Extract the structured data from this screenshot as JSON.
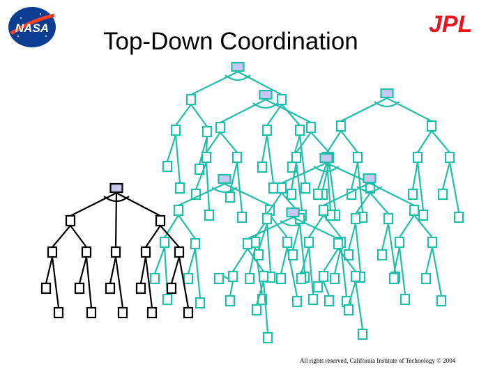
{
  "slide": {
    "title": "Top-Down Coordination",
    "footer": "All rights reserved, California Institute of Technology © 2004"
  },
  "logos": {
    "nasa_text": "NASA",
    "jpl_text": "JPL"
  },
  "colors": {
    "teal": "#1fbfa8",
    "black": "#000000",
    "root_fill": "#c7c7f0",
    "nasa_blue": "#0b3d91",
    "nasa_red": "#fc3d21",
    "jpl_red": "#e8171f"
  }
}
